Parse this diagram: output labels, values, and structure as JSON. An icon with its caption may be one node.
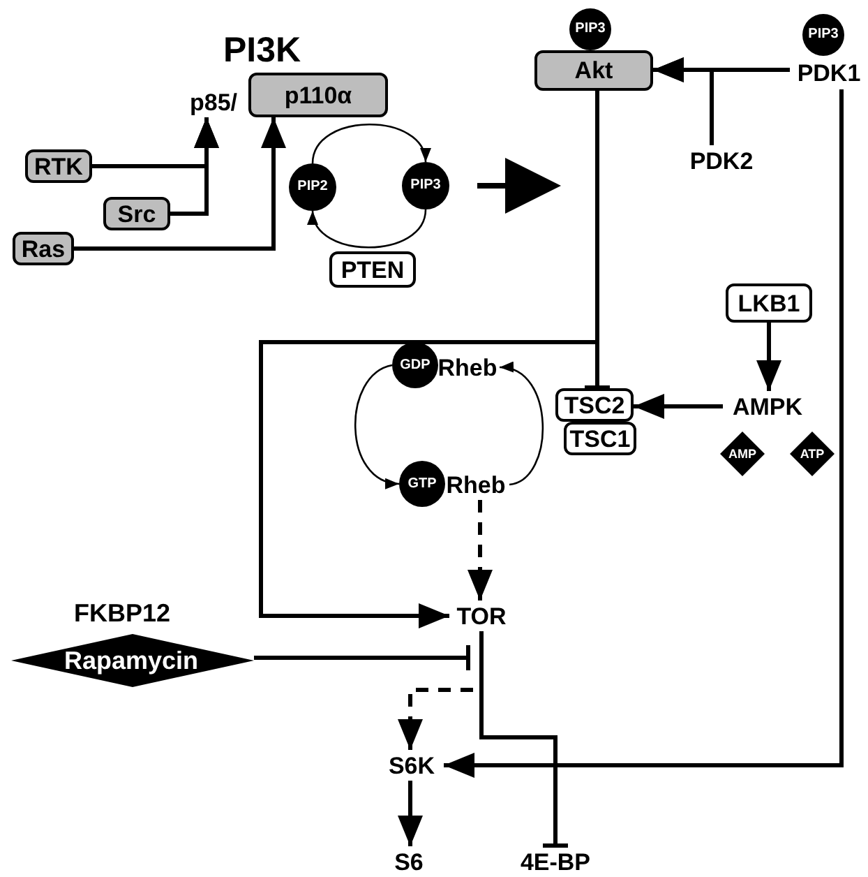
{
  "diagram": {
    "nodes": [
      {
        "text": [
          "p85/"
        ]
      },
      {
        "text": [
          "p110α"
        ]
      },
      {
        "text": [
          "RTK"
        ]
      },
      {
        "text": [
          "Src"
        ]
      },
      {
        "text": [
          "Ras"
        ]
      },
      {
        "text": [
          "PIP2"
        ]
      },
      {
        "text": [
          "PIP3"
        ]
      },
      {
        "text": [
          "PTEN"
        ]
      },
      {
        "text": [
          "PIP3"
        ]
      },
      {
        "text": [
          "Akt"
        ]
      },
      {
        "text": [
          "PIP3"
        ]
      },
      {
        "text": [
          "PDK1"
        ]
      },
      {
        "text": [
          "PDK2"
        ]
      },
      {
        "text": [
          "LKB1"
        ]
      },
      {
        "text": [
          "AMPK"
        ]
      },
      {
        "text": [
          "TSC2"
        ]
      },
      {
        "text": [
          "TSC1"
        ]
      },
      {
        "text": [
          "AMP"
        ]
      },
      {
        "text": [
          "ATP"
        ]
      },
      {
        "text": [
          "GDP"
        ]
      },
      {
        "text": [
          "Rheb"
        ]
      },
      {
        "text": [
          "GTP"
        ]
      },
      {
        "text": [
          "Rheb"
        ]
      },
      {
        "text": [
          "TOR"
        ]
      },
      {
        "text": [
          "FKBP12",
          "Rapamycin"
        ]
      },
      {
        "text": [
          "S6K"
        ]
      },
      {
        "text": [
          "S6"
        ]
      },
      {
        "text": [
          "4E-BP"
        ]
      }
    ],
    "edges": [
      {
        "from": 2,
        "to": 0,
        "arrow": "to"
      },
      {
        "from": 3,
        "to": 0,
        "arrow": "to"
      },
      {
        "from": 4,
        "to": 1,
        "arrow": "to"
      },
      {
        "from": 5,
        "to": 6,
        "arrow": "to"
      },
      {
        "from": 6,
        "to": 5,
        "arrow": "to"
      },
      {
        "from": 11,
        "to": 9,
        "arrow": "to"
      },
      {
        "from": 12,
        "to": 9,
        "arrow": "to"
      },
      {
        "from": 9,
        "to": 15,
        "arrow": "other"
      },
      {
        "from": 9,
        "to": 23,
        "arrow": "to"
      },
      {
        "from": 13,
        "to": 14,
        "arrow": "to"
      },
      {
        "from": 14,
        "to": 15,
        "arrow": "to"
      },
      {
        "from": 19,
        "to": 21,
        "arrow": "to"
      },
      {
        "from": 22,
        "to": 20,
        "arrow": "to"
      },
      {
        "from": 22,
        "to": 23,
        "arrow": "to",
        "style": "dashed"
      },
      {
        "from": 24,
        "to": 23,
        "arrow": "other"
      },
      {
        "from": 23,
        "to": 25,
        "arrow": "to",
        "style": "dashed"
      },
      {
        "from": 23,
        "to": 27,
        "arrow": "other"
      },
      {
        "from": 11,
        "to": 25,
        "arrow": "to"
      },
      {
        "from": 25,
        "to": 26,
        "arrow": "to"
      }
    ],
    "labels": [
      "PI3K"
    ]
  }
}
